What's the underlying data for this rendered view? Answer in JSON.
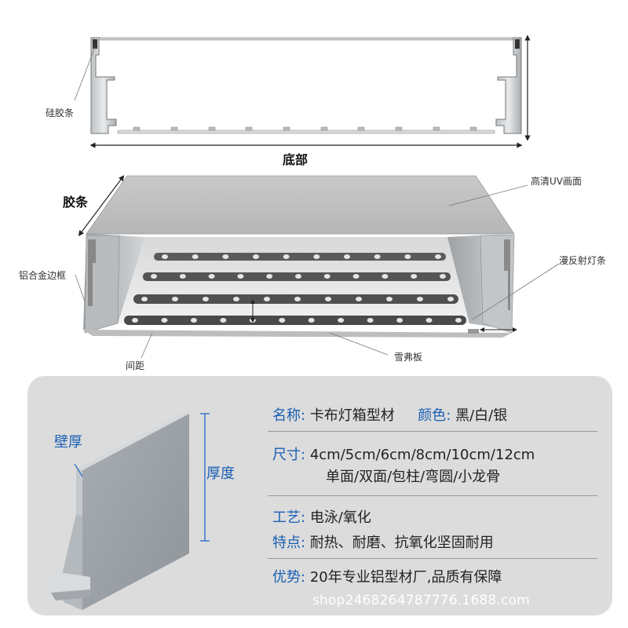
{
  "labels": {
    "silicone_strip": "硅胶条",
    "bottom": "底部",
    "rubber_strip": "胶条",
    "hd_uv_surface": "高清UV画面",
    "aluminum_frame": "铝合金边框",
    "diffuse_light_bar": "漫反射灯条",
    "spacing": "间距",
    "snowflake_board": "雪弗板"
  },
  "profile_labels": {
    "wall_thickness": "壁厚",
    "thickness": "厚度"
  },
  "specs": {
    "name_key": "名称:",
    "name_val": "卡布灯箱型材",
    "color_key": "颜色:",
    "color_val": "黑/白/银",
    "size_key": "尺寸:",
    "size_val": "4cm/5cm/6cm/8cm/10cm/12cm",
    "size_val2": "单面/双面/包柱/弯圆/小龙骨",
    "process_key": "工艺:",
    "process_val": "电泳/氧化",
    "feature_key": "特点:",
    "feature_val": "耐热、耐磨、抗氧化坚固耐用",
    "advantage_key": "优势:",
    "advantage_val": "20年专业铝型材厂,品质有保障"
  },
  "watermark": "shop2468264787776.1688.com"
}
